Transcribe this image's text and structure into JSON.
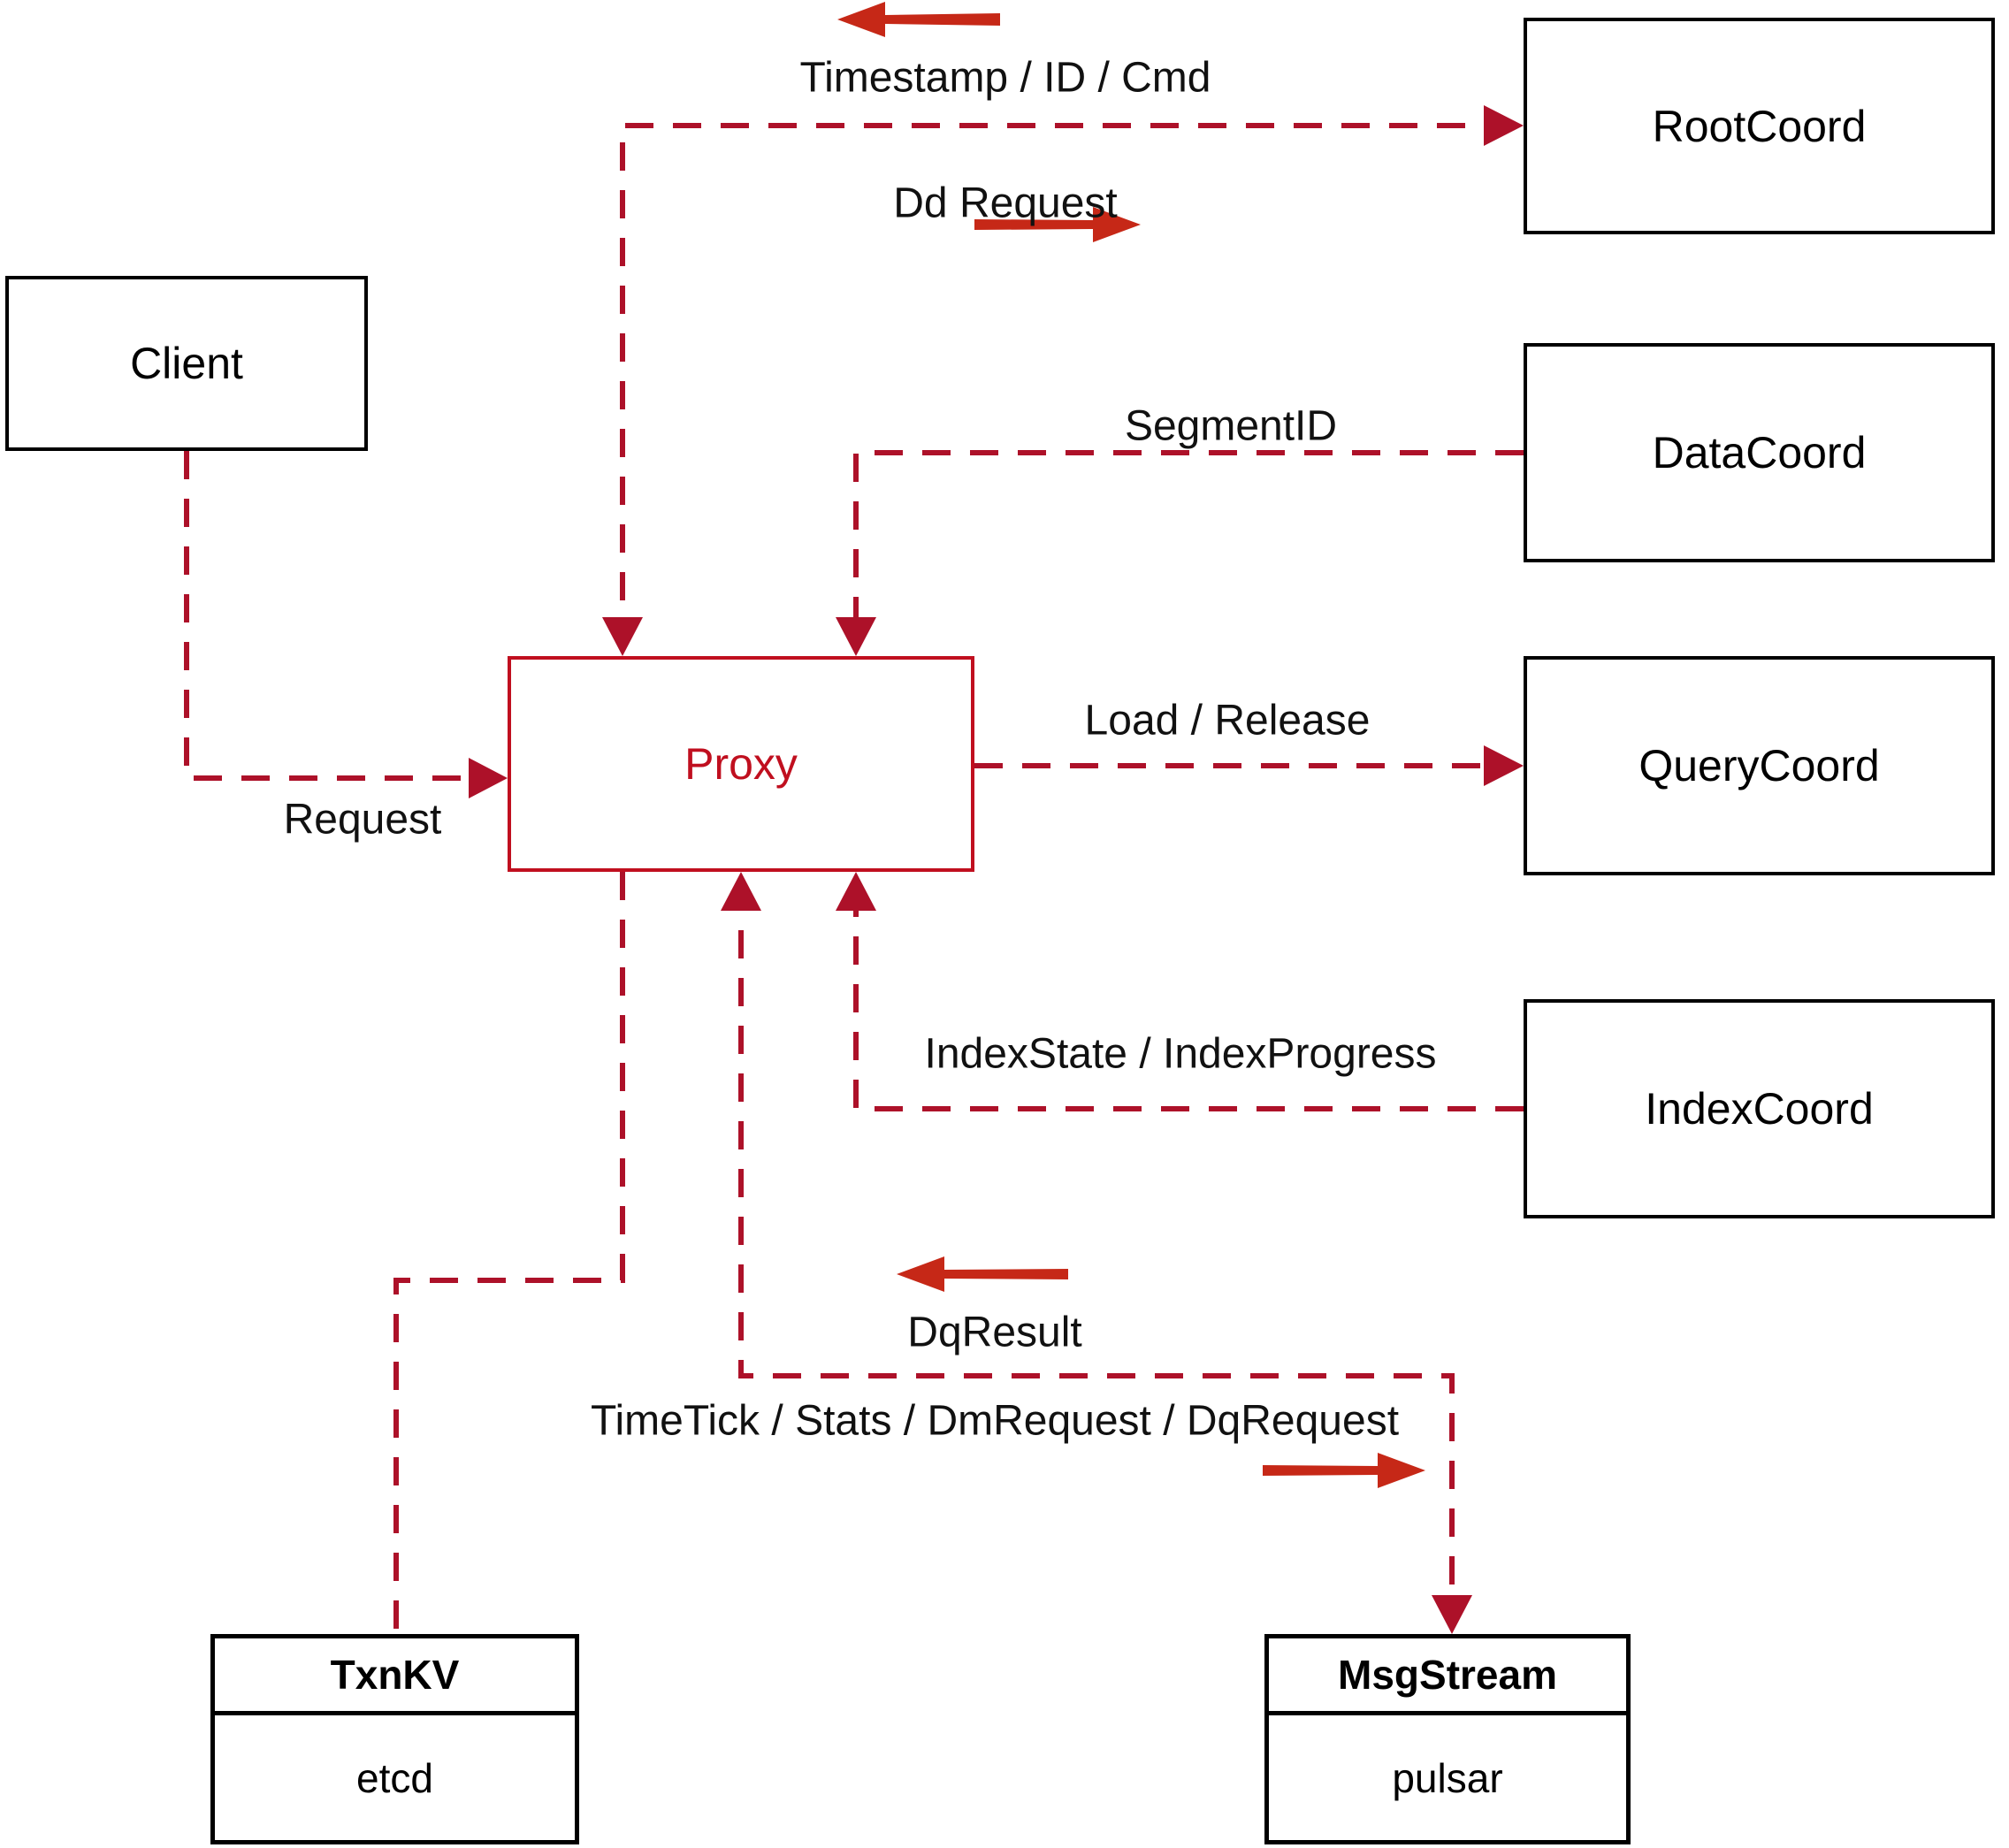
{
  "diagram": {
    "title_hint": "Milvus proxy interaction diagram",
    "colors": {
      "dashed_line": "#ad1129",
      "solid_arrow": "#c62817",
      "proxy_accent": "#c00f1f",
      "box_border": "#000000",
      "label_color": "#111111",
      "background": "#ffffff"
    },
    "nodes": {
      "client": {
        "label": "Client"
      },
      "proxy": {
        "label": "Proxy"
      },
      "root_coord": {
        "label": "RootCoord"
      },
      "data_coord": {
        "label": "DataCoord"
      },
      "query_coord": {
        "label": "QueryCoord"
      },
      "index_coord": {
        "label": "IndexCoord"
      },
      "txn_kv": {
        "title": "TxnKV",
        "subtitle": "etcd"
      },
      "msg_stream": {
        "title": "MsgStream",
        "subtitle": "pulsar"
      }
    },
    "edges": {
      "timestamp": {
        "label": "Timestamp / ID / Cmd",
        "from": "RootCoord",
        "to": "Proxy"
      },
      "dd_request": {
        "label": "Dd Request",
        "from": "Proxy",
        "to": "RootCoord"
      },
      "segment_id": {
        "label": "SegmentID",
        "from": "DataCoord",
        "to": "Proxy"
      },
      "request": {
        "label": "Request",
        "from": "Client",
        "to": "Proxy"
      },
      "load_release": {
        "label": "Load / Release",
        "from": "Proxy",
        "to": "QueryCoord"
      },
      "index_state": {
        "label": "IndexState / IndexProgress",
        "from": "IndexCoord",
        "to": "Proxy"
      },
      "dq_result": {
        "label": "DqResult",
        "from": "MsgStream",
        "to": "Proxy"
      },
      "time_tick": {
        "label": "TimeTick / Stats / DmRequest / DqRequest",
        "from": "Proxy",
        "to": "MsgStream"
      },
      "txn_kv_link": {
        "label": "",
        "from": "Proxy",
        "to": "TxnKV"
      }
    }
  }
}
